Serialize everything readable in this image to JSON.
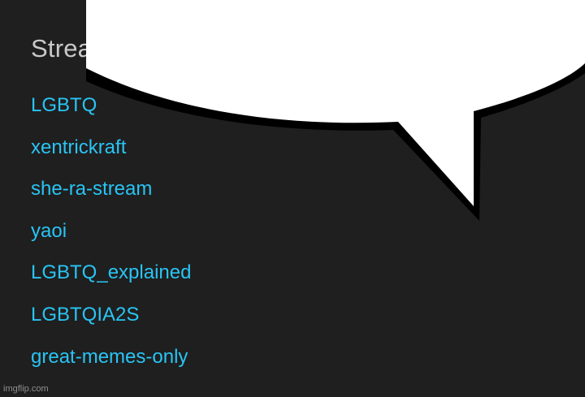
{
  "heading": "Strea",
  "streams": [
    "LGBTQ",
    "xentrickraft",
    "she-ra-stream",
    "yaoi",
    "LGBTQ_explained",
    "LGBTQIA2S",
    "great-memes-only"
  ],
  "watermark": "imgflip.com",
  "colors": {
    "background": "#1f1f1f",
    "heading": "#c9c9c9",
    "link": "#29c4f4",
    "bubble_fill": "#ffffff",
    "bubble_outline": "#000000"
  }
}
